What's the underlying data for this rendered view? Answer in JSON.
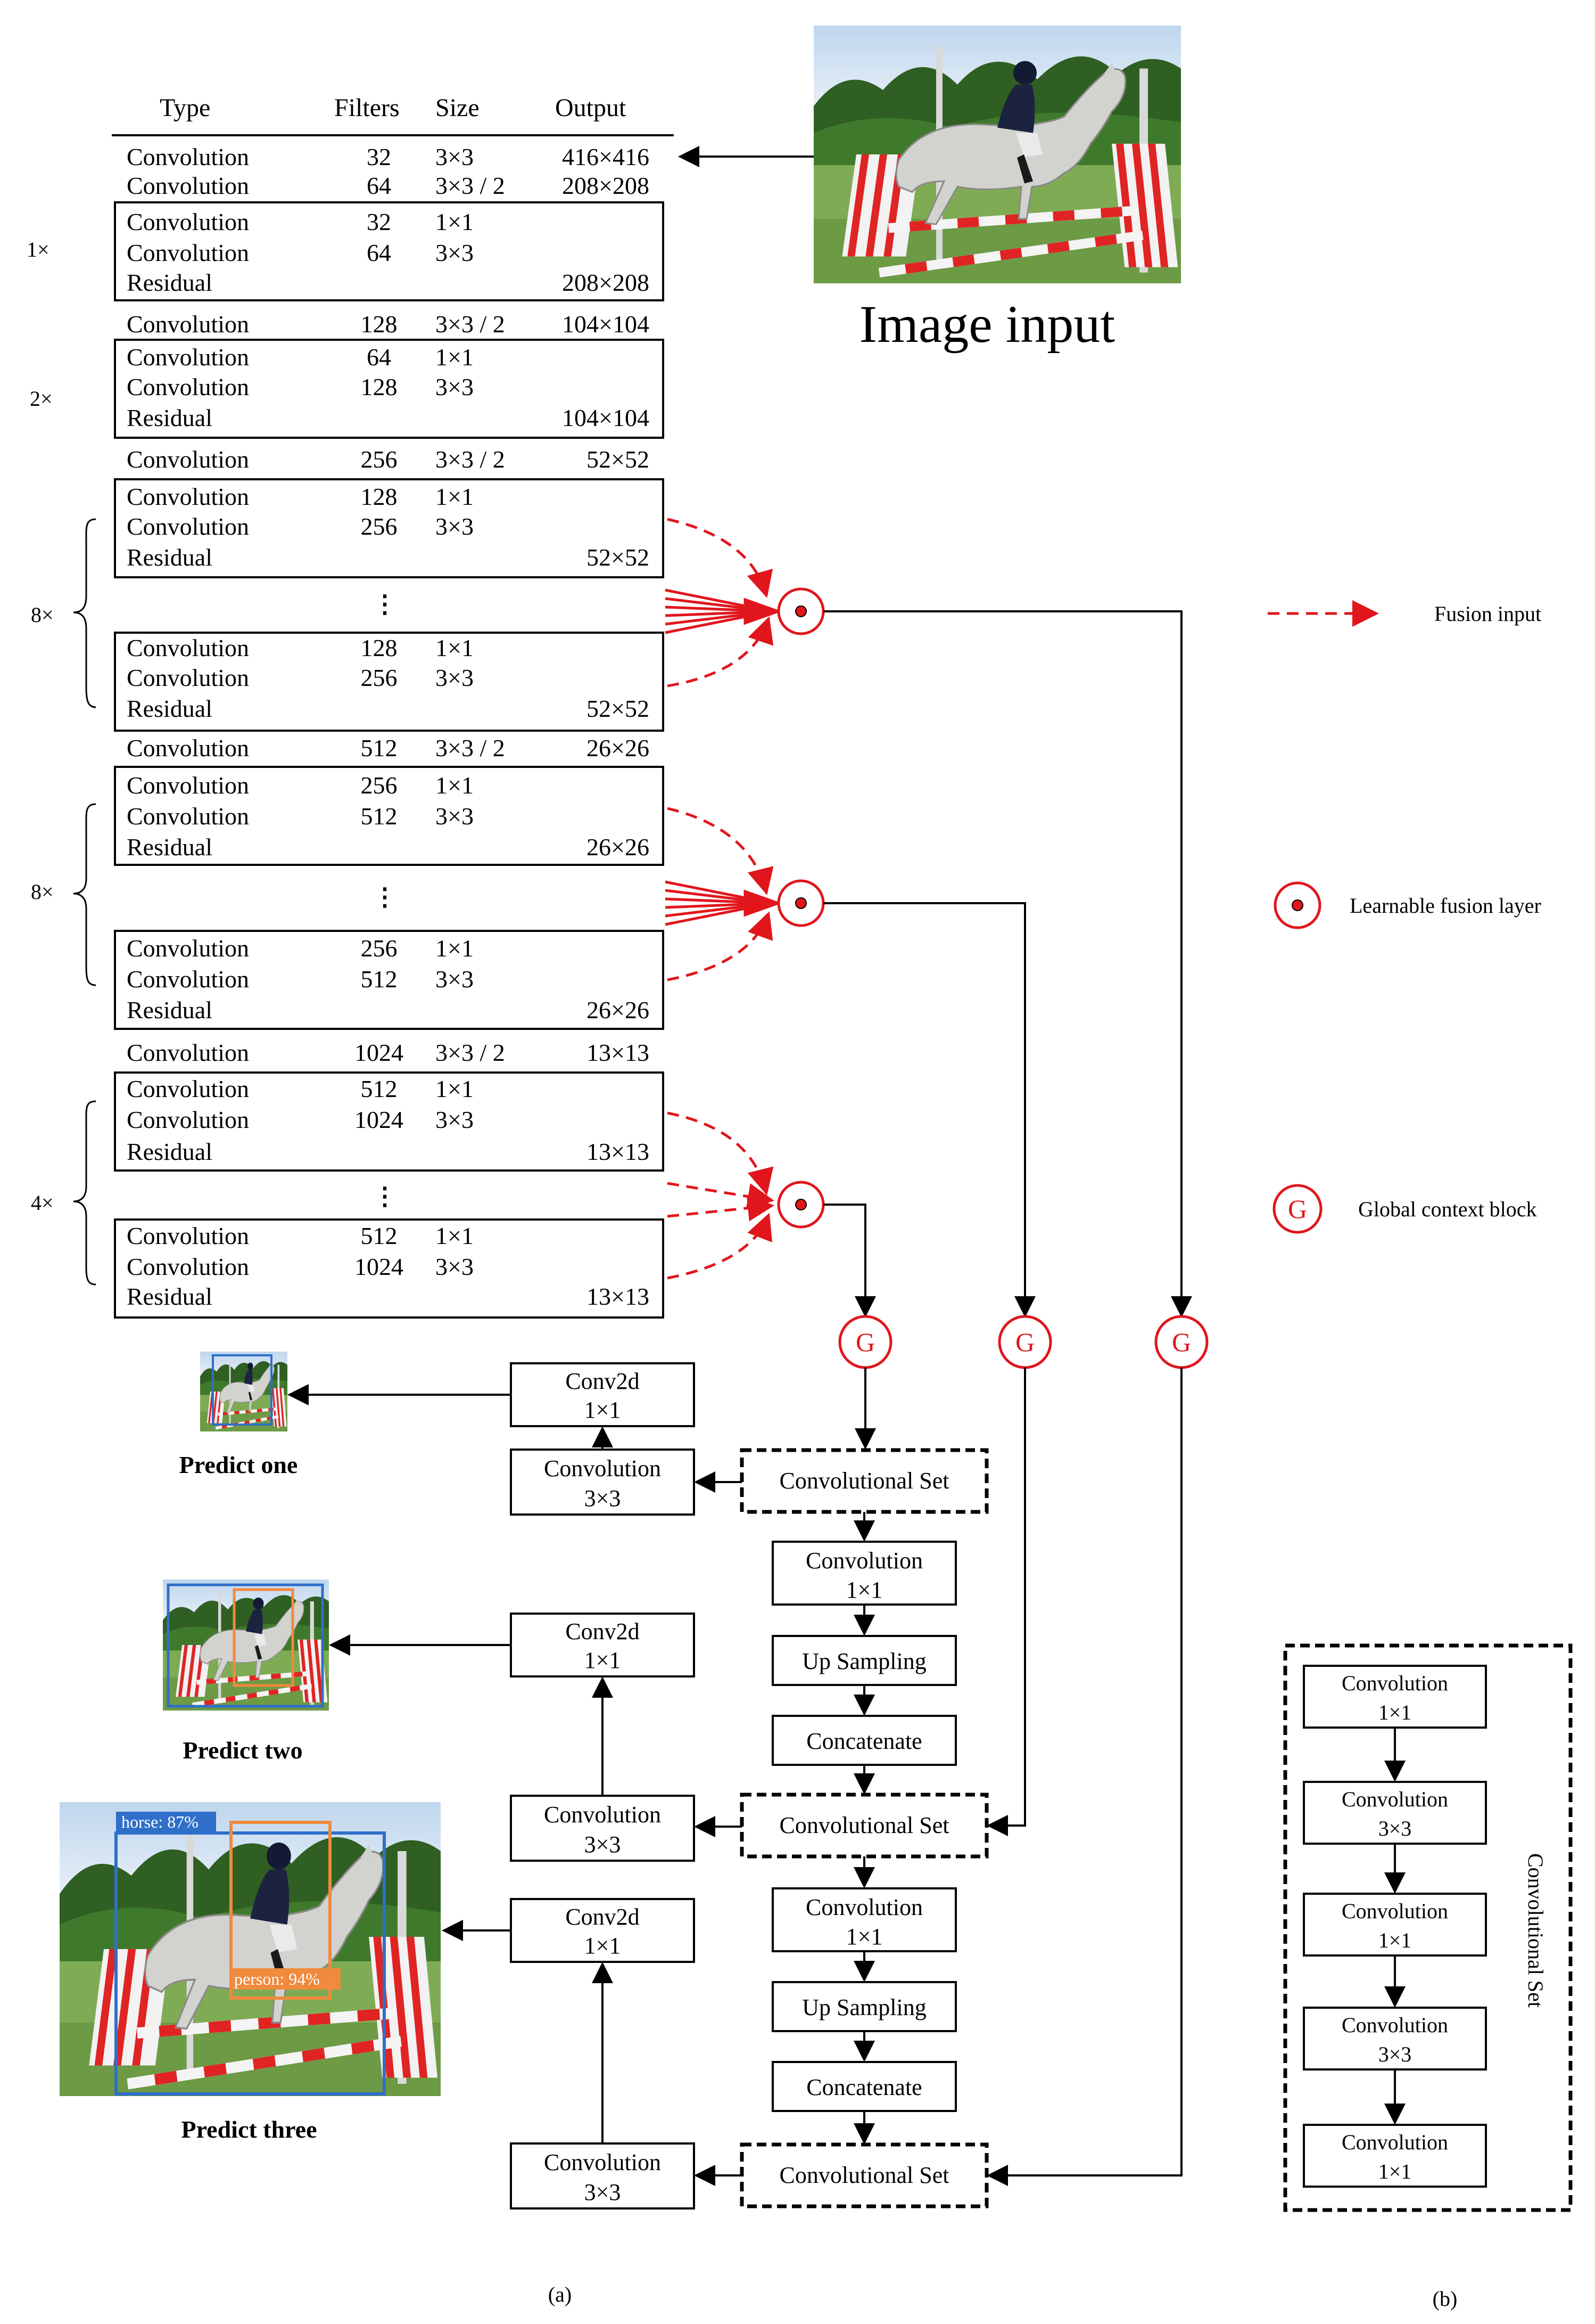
{
  "image_input_label": "Image input",
  "table": {
    "headers": [
      "Type",
      "Filters",
      "Size",
      "Output"
    ],
    "rows": [
      [
        "Convolution",
        "32",
        "3×3",
        "416×416"
      ],
      [
        "Convolution",
        "64",
        "3×3 / 2",
        "208×208"
      ],
      [
        "Convolution",
        "32",
        "1×1",
        ""
      ],
      [
        "Convolution",
        "64",
        "3×3",
        ""
      ],
      [
        "Residual",
        "",
        "",
        "208×208"
      ],
      [
        "Convolution",
        "128",
        "3×3 / 2",
        "104×104"
      ],
      [
        "Convolution",
        "64",
        "1×1",
        ""
      ],
      [
        "Convolution",
        "128",
        "3×3",
        ""
      ],
      [
        "Residual",
        "",
        "",
        "104×104"
      ],
      [
        "Convolution",
        "256",
        "3×3 / 2",
        "52×52"
      ],
      [
        "Convolution",
        "128",
        "1×1",
        ""
      ],
      [
        "Convolution",
        "256",
        "3×3",
        ""
      ],
      [
        "Residual",
        "",
        "",
        "52×52"
      ],
      [
        "Convolution",
        "128",
        "1×1",
        ""
      ],
      [
        "Convolution",
        "256",
        "3×3",
        ""
      ],
      [
        "Residual",
        "",
        "",
        "52×52"
      ],
      [
        "Convolution",
        "512",
        "3×3 / 2",
        "26×26"
      ],
      [
        "Convolution",
        "256",
        "1×1",
        ""
      ],
      [
        "Convolution",
        "512",
        "3×3",
        ""
      ],
      [
        "Residual",
        "",
        "",
        "26×26"
      ],
      [
        "Convolution",
        "256",
        "1×1",
        ""
      ],
      [
        "Convolution",
        "512",
        "3×3",
        ""
      ],
      [
        "Residual",
        "",
        "",
        "26×26"
      ],
      [
        "Convolution",
        "1024",
        "3×3 / 2",
        "13×13"
      ],
      [
        "Convolution",
        "512",
        "1×1",
        ""
      ],
      [
        "Convolution",
        "1024",
        "3×3",
        ""
      ],
      [
        "Residual",
        "",
        "",
        "13×13"
      ],
      [
        "Convolution",
        "512",
        "1×1",
        ""
      ],
      [
        "Convolution",
        "1024",
        "3×3",
        ""
      ],
      [
        "Residual",
        "",
        "",
        "13×13"
      ]
    ]
  },
  "repeat_labels": [
    "1×",
    "2×",
    "8×",
    "8×",
    "4×"
  ],
  "ellipsis": "⋮",
  "gc_symbol": "G",
  "legend": {
    "fusion_input": "Fusion input",
    "learnable_fusion_layer": "Learnable fusion layer",
    "global_context_block": "Global context block"
  },
  "head_blocks": {
    "conv2d": [
      "Conv2d",
      "1×1"
    ],
    "conv3": [
      "Convolution",
      "3×3"
    ],
    "conv1": [
      "Convolution",
      "1×1"
    ],
    "conv_set": "Convolutional Set",
    "up_sampling": "Up Sampling",
    "concatenate": "Concatenate"
  },
  "predictions": [
    "Predict one",
    "Predict two",
    "Predict three"
  ],
  "detections": {
    "horse": "horse: 87%",
    "person": "person: 94%"
  },
  "conv_set_detail": {
    "title": "Convolutional Set",
    "blocks": [
      [
        "Convolution",
        "1×1"
      ],
      [
        "Convolution",
        "3×3"
      ],
      [
        "Convolution",
        "1×1"
      ],
      [
        "Convolution",
        "3×3"
      ],
      [
        "Convolution",
        "1×1"
      ]
    ]
  },
  "captions": {
    "a": "(a)",
    "b": "(b)"
  },
  "colors": {
    "accent": "#e0161c",
    "line": "#000000"
  }
}
